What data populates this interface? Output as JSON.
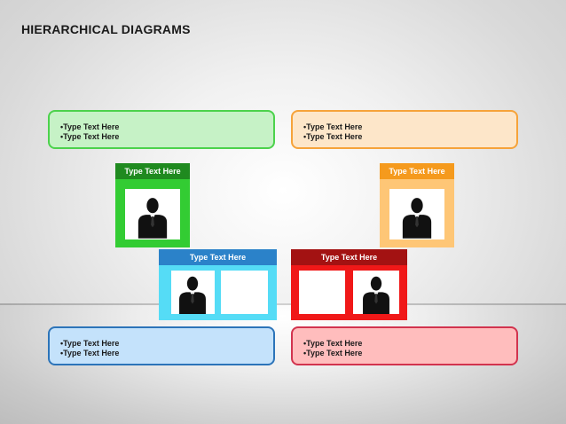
{
  "title": "HIERARCHICAL DIAGRAMS",
  "notes": {
    "top_left": {
      "line1": "•Type Text Here",
      "line2": "•Type Text Here"
    },
    "top_right": {
      "line1": "•Type Text Here",
      "line2": "•Type Text Here"
    },
    "bottom_left": {
      "line1": "•Type Text Here",
      "line2": "•Type Text Here"
    },
    "bottom_right": {
      "line1": "•Type Text Here",
      "line2": "•Type Text Here"
    }
  },
  "cards": {
    "green": {
      "header": "Type Text Here",
      "color": "#33cc33"
    },
    "orange": {
      "header": "Type Text Here",
      "color": "#fec676"
    },
    "cyan": {
      "header": "Type Text Here",
      "color": "#55dcf6"
    },
    "red": {
      "header": "Type Text Here",
      "color": "#f01818"
    }
  },
  "icons": {
    "person": "person-silhouette-icon"
  }
}
